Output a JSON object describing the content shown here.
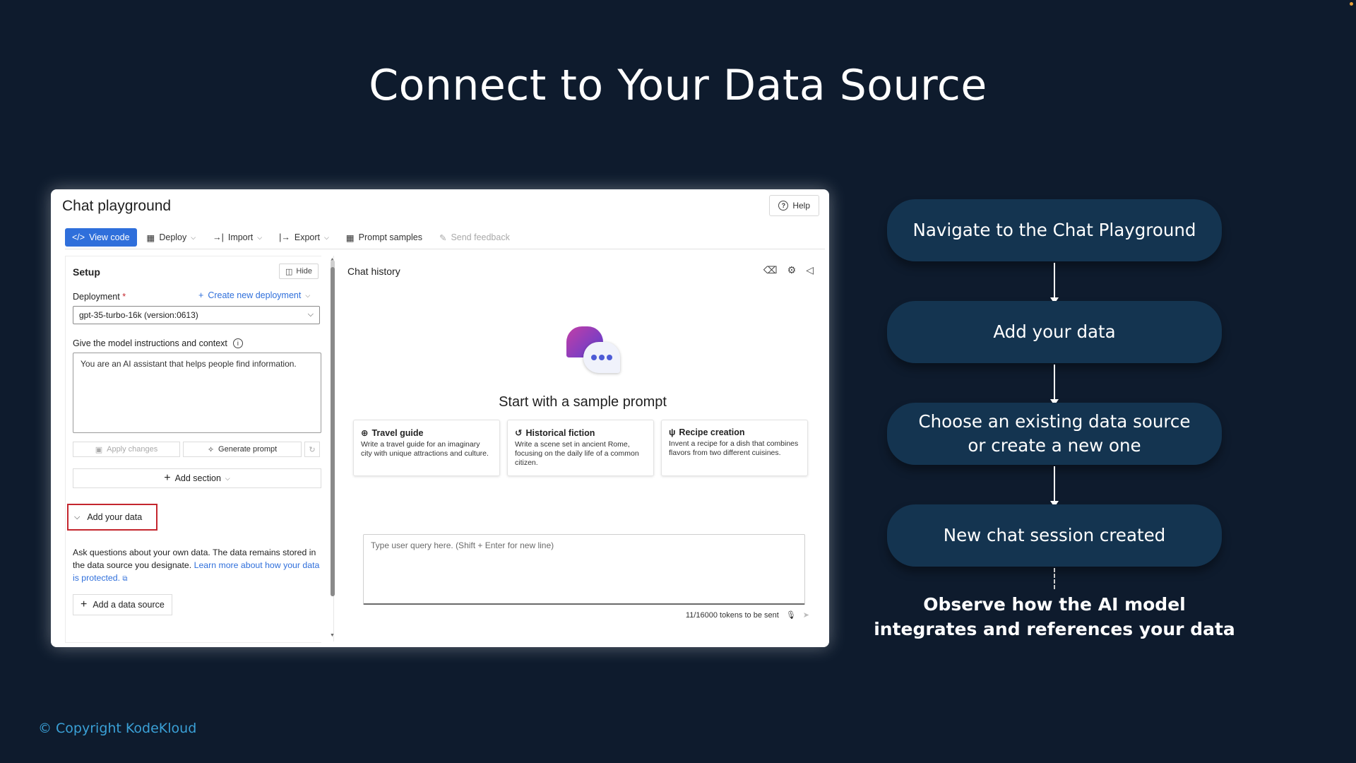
{
  "slide": {
    "title": "Connect to Your Data Source",
    "copyright": "© Copyright KodeKloud"
  },
  "playground": {
    "title": "Chat playground",
    "help_label": "Help",
    "toolbar": {
      "view_code": "View code",
      "deploy": "Deploy",
      "import": "Import",
      "export": "Export",
      "prompt_samples": "Prompt samples",
      "send_feedback": "Send feedback"
    },
    "setup": {
      "title": "Setup",
      "hide_label": "Hide",
      "deployment_label": "Deployment",
      "required_mark": "*",
      "create_deployment": "Create new deployment",
      "deployment_value": "gpt-35-turbo-16k (version:0613)",
      "instructions_label": "Give the model instructions and context",
      "instructions_value": "You are an AI assistant that helps people find information.",
      "apply_changes": "Apply changes",
      "generate_prompt": "Generate prompt",
      "add_section": "Add section",
      "add_your_data": "Add your data",
      "add_data_desc": "Ask questions about your own data. The data remains stored in the data source you designate.",
      "learn_more_link": "Learn more about how your data is protected.",
      "add_data_source": "Add a data source"
    },
    "chat": {
      "title": "Chat history",
      "start_title": "Start with a sample prompt",
      "cards": [
        {
          "title": "Travel guide",
          "desc": "Write a travel guide for an imaginary city with unique attractions and culture."
        },
        {
          "title": "Historical fiction",
          "desc": "Write a scene set in ancient Rome, focusing on the daily life of a common citizen."
        },
        {
          "title": "Recipe creation",
          "desc": "Invent a recipe for a dish that combines flavors from two different cuisines."
        }
      ],
      "query_placeholder": "Type user query here. (Shift + Enter for new line)",
      "tokens": "11/16000 tokens to be sent"
    }
  },
  "flow": {
    "steps": [
      "Navigate to the Chat Playground",
      "Add your data",
      "Choose an existing data source or create a new one",
      "New chat session created"
    ],
    "observe": "Observe how the AI model integrates and references your data"
  },
  "colors": {
    "background": "#0e1b2d",
    "step_fill": "#143450",
    "primary_button": "#2f6fdb",
    "highlight_border": "#c4262e",
    "copyright": "#3aa0d6"
  }
}
